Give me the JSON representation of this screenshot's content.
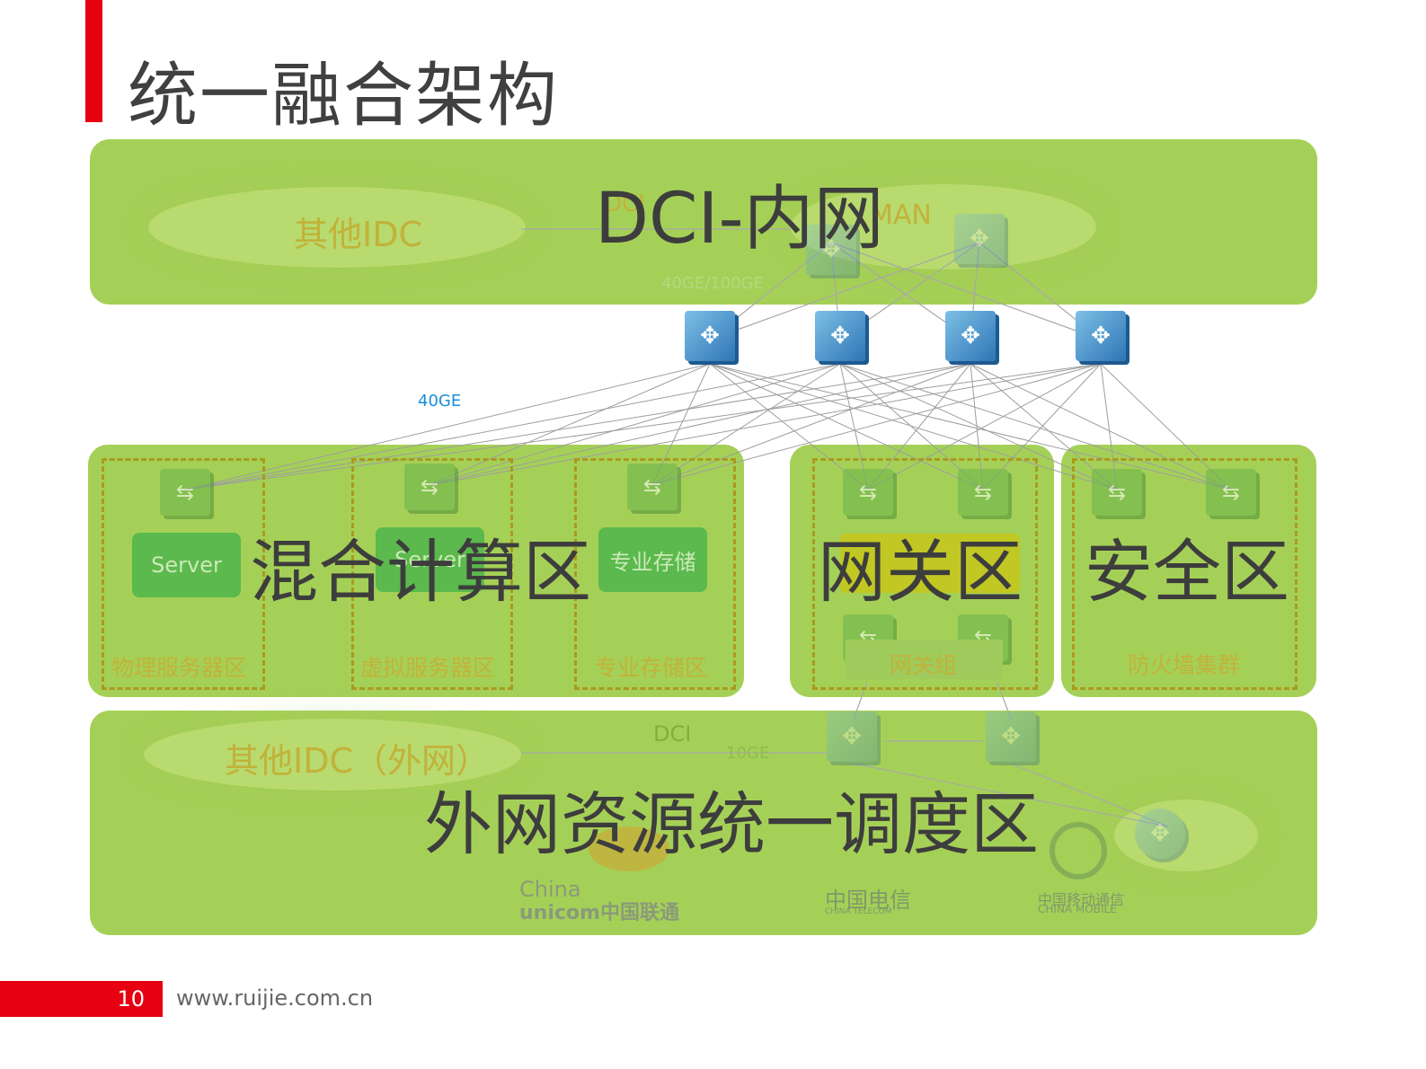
{
  "title": "统一融合架构",
  "top_zone": {
    "label": "DCI-内网",
    "cloud_label": "其他IDC",
    "faint_dci": "DCI",
    "faint_man": "MAN",
    "link_label": "40GE/100GE"
  },
  "link_40ge": "40GE",
  "compute_zone": {
    "label": "混合计算区",
    "server1": "Server",
    "server2": "Server",
    "storage": "专业存储",
    "sub1": "物理服务器区",
    "sub2": "虚拟服务器区",
    "sub3": "专业存储区"
  },
  "gateway_zone": {
    "label": "网关区",
    "sub": "网关组"
  },
  "security_zone": {
    "label": "安全区",
    "sub": "防火墙集群"
  },
  "external_zone": {
    "label": "外网资源统一调度区",
    "cloud_label": "其他IDC（外网）",
    "faint_dci": "DCI",
    "link_label": "10GE",
    "carrier_unicom_1": "China",
    "carrier_unicom_2": "unicom中国联通",
    "carrier_telecom_1": "中国电信",
    "carrier_telecom_2": "CHINA TELECOM",
    "carrier_mobile_1": "中国移动通信",
    "carrier_mobile_2": "CHINA MOBILE"
  },
  "footer": {
    "page": "10",
    "url": "www.ruijie.com.cn"
  },
  "colors": {
    "zone": "#a5d057",
    "accent": "#e60012",
    "switch": "#2e75b6",
    "link_label_blue": "#1a8fd8"
  },
  "icons": [
    "core-switch-icon",
    "access-switch-icon",
    "router-icon",
    "cloud-icon"
  ]
}
